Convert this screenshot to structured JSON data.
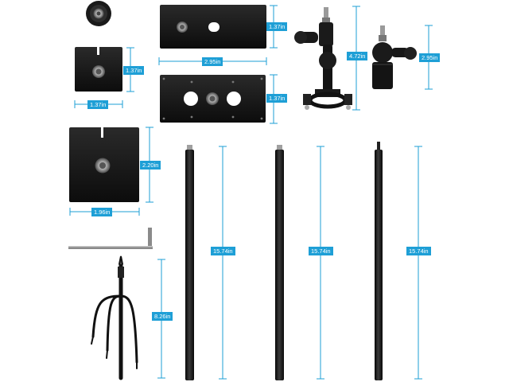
{
  "accent_color": "#1e9fd6",
  "part_color": "#141414",
  "dimensions": {
    "top_plate_height": "1.37in",
    "top_plate_width": "2.95in",
    "middle_plate_height": "1.37in",
    "small_plate_height": "1.37in",
    "small_plate_width": "1.37in",
    "mount_tall_height": "4.72in",
    "mount_short_height": "2.95in",
    "large_plate_height": "2.20in",
    "large_plate_width": "1.96in",
    "spike_height": "8.26in",
    "pole_1_length": "15.74in",
    "pole_2_length": "15.74in",
    "pole_3_length": "15.74in"
  }
}
